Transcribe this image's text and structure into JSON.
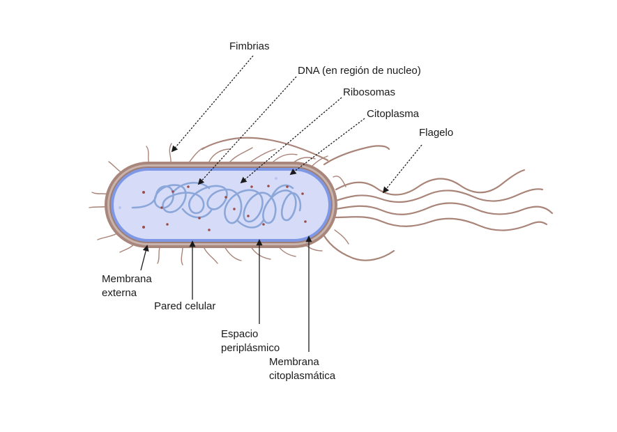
{
  "colors": {
    "cell_fill": "#d6dcf7",
    "membrane": "#8aa0e6",
    "wall": "#a9867c",
    "wall_dark": "#7e5d56",
    "dna": "#8ba6d9",
    "ribosome": "#9b4d4d",
    "appendage": "#a98478",
    "arrow": "#1a1a1a"
  },
  "labels": {
    "fimbrias": "Fimbrias",
    "dna": "DNA (en región de nucleo)",
    "ribosomas": "Ribosomas",
    "citoplasma": "Citoplasma",
    "flagelo": "Flagelo",
    "membrana_externa": [
      "Membrana",
      "externa"
    ],
    "pared_celular": "Pared celular",
    "espacio_periplasmico": [
      "Espacio",
      "periplásmico"
    ],
    "membrana_citoplasmatica": [
      "Membrana",
      "citoplasmática"
    ]
  }
}
